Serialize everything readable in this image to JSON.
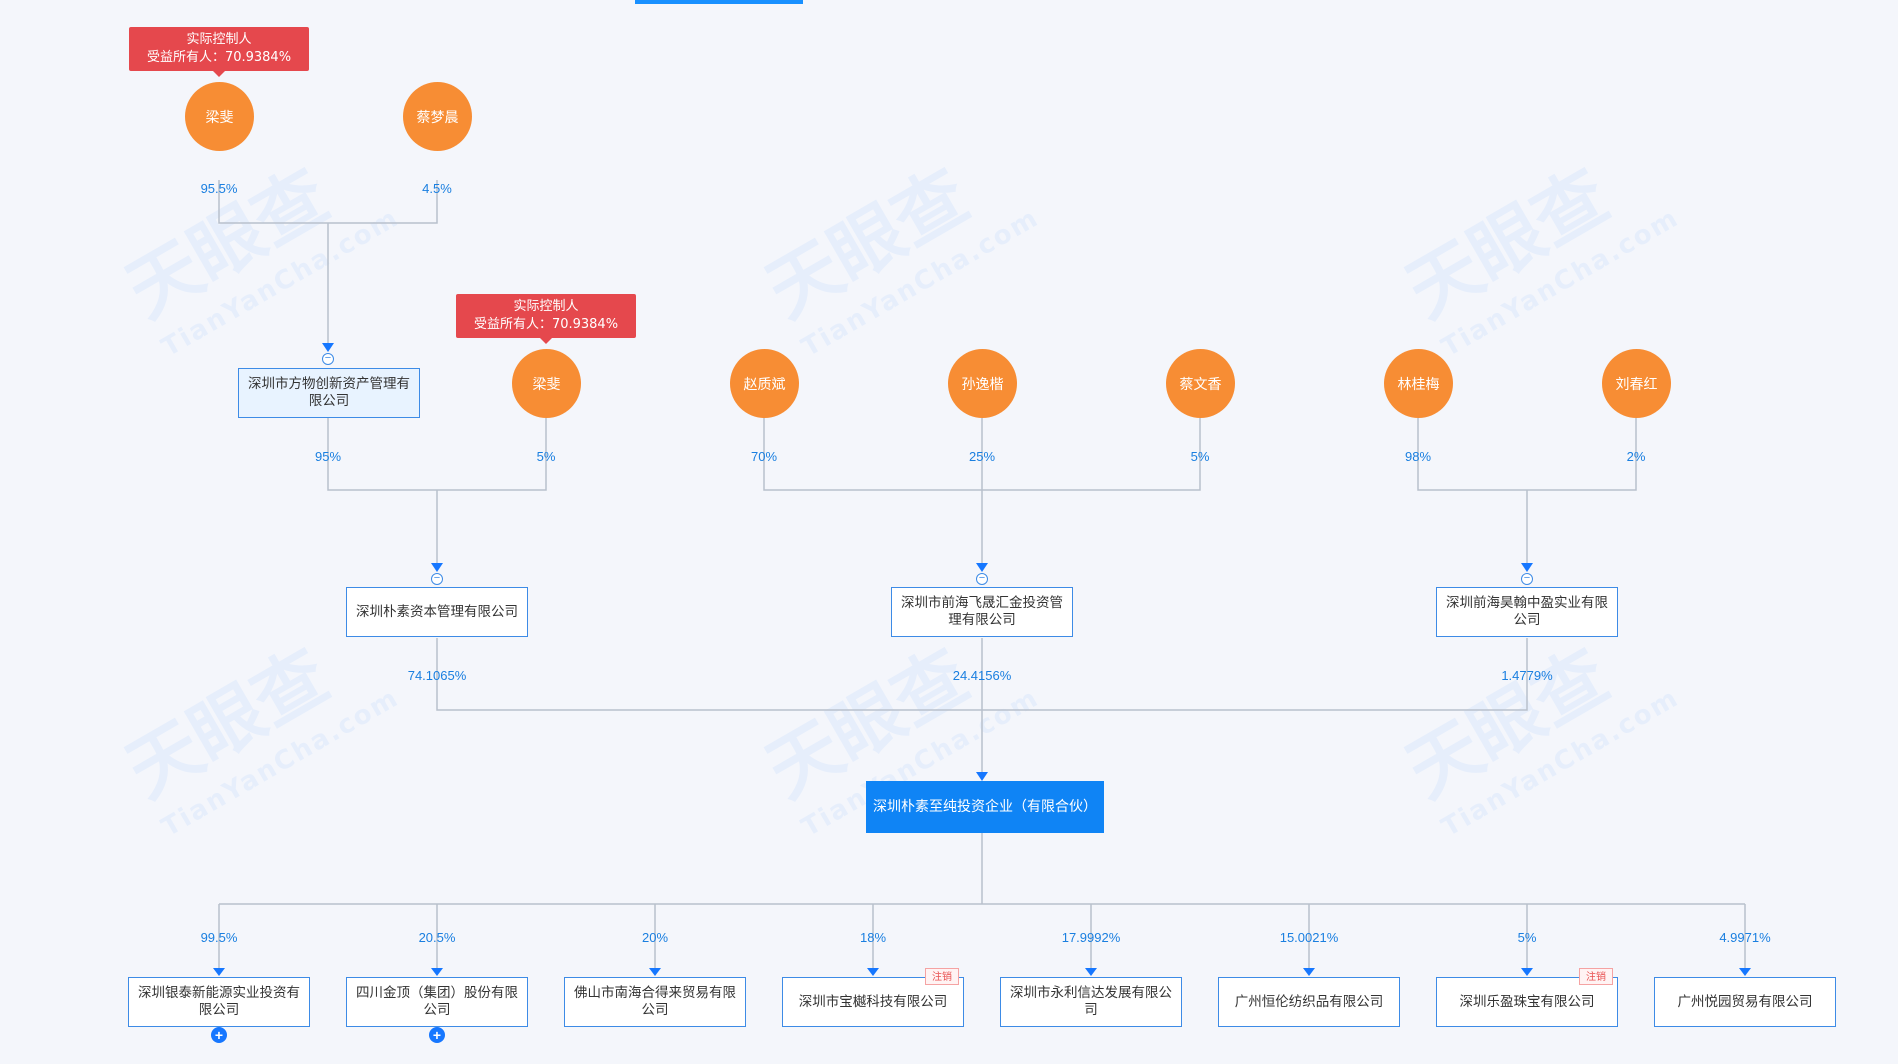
{
  "watermark": {
    "text": "天眼查",
    "sub": "TianYanCha.com"
  },
  "controller_badge": {
    "line1": "实际控制人",
    "line2": "受益所有人：70.9384%"
  },
  "persons": {
    "liang_fei_top": "梁斐",
    "cai_mengchen": "蔡梦晨",
    "liang_fei_mid": "梁斐",
    "zhao_zhibin": "赵质斌",
    "sun_yikai": "孙逸楷",
    "cai_wenxiang": "蔡文香",
    "lin_guimei": "林桂梅",
    "liu_chunhong": "刘春红"
  },
  "companies": {
    "fangwu": "深圳市方物创新资产管理有限公司",
    "pusu_capital": "深圳朴素资本管理有限公司",
    "qianhai_feisheng": "深圳市前海飞晟汇金投资管理有限公司",
    "qianhai_haohan": "深圳前海昊翰中盈实业有限公司",
    "target": "深圳朴素至纯投资企业（有限合伙）"
  },
  "percentages": {
    "liang_fei_to_fangwu": "95.5%",
    "cai_mengchen_to_fangwu": "4.5%",
    "fangwu_to_pusu": "95%",
    "liang_fei_to_pusu": "5%",
    "zhao_to_feisheng": "70%",
    "sun_to_feisheng": "25%",
    "cai_wenxiang_to_feisheng": "5%",
    "lin_to_haohan": "98%",
    "liu_to_haohan": "2%",
    "pusu_to_target": "74.1065%",
    "feisheng_to_target": "24.4156%",
    "haohan_to_target": "1.4779%"
  },
  "investments": [
    {
      "name": "深圳银泰新能源实业投资有限公司",
      "pct": "99.5%",
      "tag": ""
    },
    {
      "name": "四川金顶（集团）股份有限公司",
      "pct": "20.5%",
      "tag": ""
    },
    {
      "name": "佛山市南海合得来贸易有限公司",
      "pct": "20%",
      "tag": ""
    },
    {
      "name": "深圳市宝樾科技有限公司",
      "pct": "18%",
      "tag": "注销"
    },
    {
      "name": "深圳市永利信达发展有限公司",
      "pct": "17.9992%",
      "tag": ""
    },
    {
      "name": "广州恒伦纺织品有限公司",
      "pct": "15.0021%",
      "tag": ""
    },
    {
      "name": "深圳乐盈珠宝有限公司",
      "pct": "5%",
      "tag": "注销"
    },
    {
      "name": "广州悦园贸易有限公司",
      "pct": "4.9971%",
      "tag": ""
    }
  ],
  "colors": {
    "person": "#f78d34",
    "badge": "#e5484d",
    "accent": "#1677ff",
    "line": "#b8c0cc"
  }
}
